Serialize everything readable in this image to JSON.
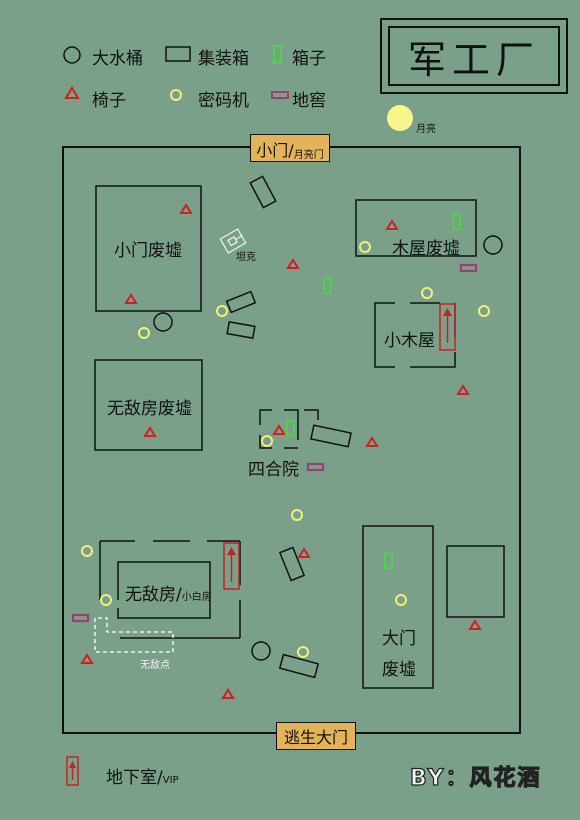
{
  "title": "军工厂",
  "legend": {
    "barrel": "大水桶",
    "container": "集装箱",
    "box": "箱子",
    "chair": "椅子",
    "cipher": "密码机",
    "cellar": "地窖"
  },
  "moon": "月亮",
  "gates": {
    "small_gate": "小门/",
    "small_gate_sub": "月亮门",
    "main_gate": "逃生大门"
  },
  "areas": {
    "small_gate_ruins": "小门废墟",
    "wood_house_ruins": "木屋废墟",
    "cabin": "小木屋",
    "invincible_ruins": "无敌房废墟",
    "courtyard": "四合院",
    "invincible_room": "无敌房/",
    "invincible_room_sub": "小白房",
    "invincible_spot": "无敌点",
    "main_gate_ruins_1": "大门",
    "main_gate_ruins_2": "废墟",
    "tank": "坦克"
  },
  "basement": {
    "label": "地下室/",
    "sub": "VIP"
  },
  "signature": "BY：风花酒",
  "colors": {
    "background": "#7aa08a",
    "gate": "#e3b35a",
    "chair": "#d02020",
    "cipher": "#f0f07a",
    "box": "#4ed24e",
    "cellar": "#9b3f74",
    "basement": "#cc2020",
    "moon": "#f6f68a"
  }
}
